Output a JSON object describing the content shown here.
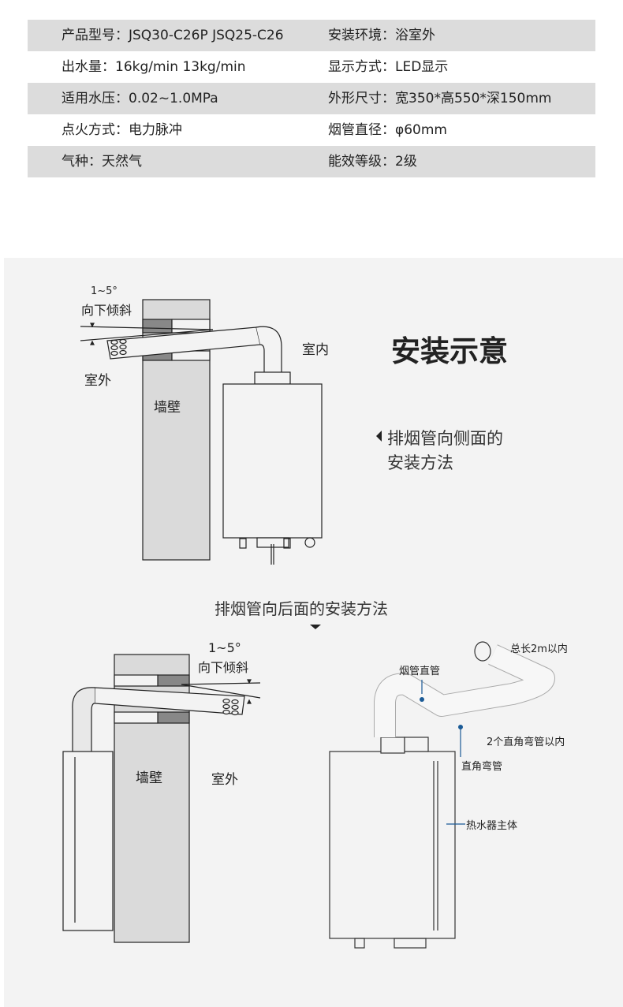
{
  "specs": [
    {
      "left": "产品型号：JSQ30-C26P  JSQ25-C26",
      "right": "安装环境：浴室外"
    },
    {
      "left": "出水量：16kg/min  13kg/min",
      "right": "显示方式：LED显示"
    },
    {
      "left": "适用水压：0.02~1.0MPa",
      "right": "外形尺寸：宽350*高550*深150mm"
    },
    {
      "left": "点火方式：电力脉冲",
      "right": "烟管直径：φ60mm"
    },
    {
      "left": "气种：天然气",
      "right": "能效等级：2级"
    }
  ],
  "diagram_side": {
    "angle": "1~5°",
    "tilt": "向下倾斜",
    "outdoor": "室外",
    "indoor": "室内",
    "wall": "墙壁"
  },
  "title": "安装示意",
  "side_method": {
    "line1": "排烟管向侧面的",
    "line2": "安装方法"
  },
  "back_method": "排烟管向后面的安装方法",
  "diagram_back": {
    "angle": "1~5°",
    "tilt": "向下倾斜",
    "wall": "墙壁",
    "outdoor": "室外"
  },
  "diagram_parts": {
    "total_length": "总长2m以内",
    "straight_pipe": "烟管直管",
    "elbow_limit": "2个直角弯管以内",
    "elbow": "直角弯管",
    "body": "热水器主体"
  },
  "colors": {
    "shade": "#dcdcdc",
    "panel": "#f3f3f3",
    "pointer": "#1a5a96"
  }
}
